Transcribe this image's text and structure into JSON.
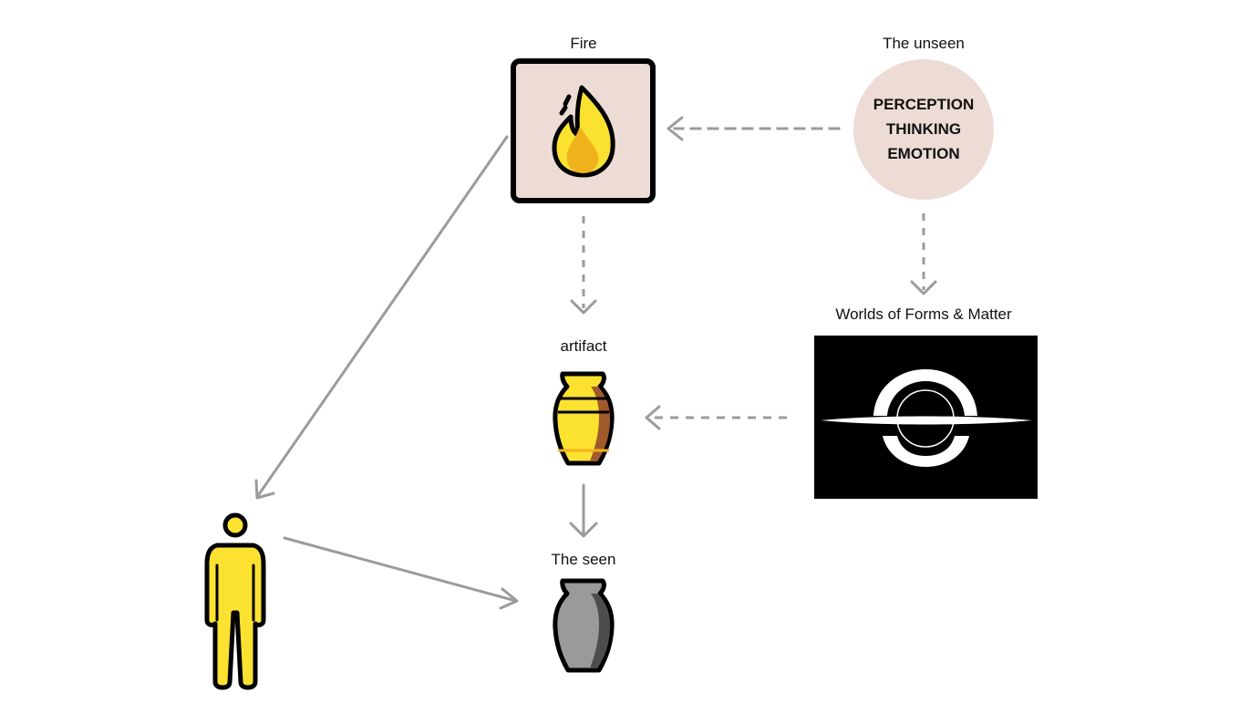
{
  "nodes": {
    "fire": {
      "label": "Fire",
      "icon": "fire-icon"
    },
    "unseen": {
      "label": "The unseen",
      "lines": [
        "PERCEPTION",
        "THINKING",
        "EMOTION"
      ]
    },
    "worlds": {
      "label": "Worlds of Forms & Matter",
      "icon": "black-hole-icon"
    },
    "artifact": {
      "label": "artifact",
      "icon": "urn-icon"
    },
    "seen": {
      "label": "The seen",
      "icon": "grey-urn-icon"
    },
    "person": {
      "icon": "person-icon"
    }
  },
  "edges": [
    {
      "from": "unseen",
      "to": "fire",
      "style": "dashed"
    },
    {
      "from": "unseen",
      "to": "worlds",
      "style": "dashed"
    },
    {
      "from": "fire",
      "to": "artifact",
      "style": "dashed"
    },
    {
      "from": "worlds",
      "to": "artifact",
      "style": "dashed"
    },
    {
      "from": "fire",
      "to": "person",
      "style": "solid"
    },
    {
      "from": "artifact",
      "to": "seen",
      "style": "solid"
    },
    {
      "from": "person",
      "to": "seen",
      "style": "solid"
    }
  ],
  "colors": {
    "arrow": "#9b9b9b",
    "fire_box_bg": "#ecdcd5",
    "unseen_circle": "#ecdcd5",
    "yellow": "#fbe231",
    "orange": "#f0b21c",
    "brown": "#a05a2c",
    "grey_urn": "#9a9a9a",
    "grey_urn_shade": "#4d4d4d"
  }
}
